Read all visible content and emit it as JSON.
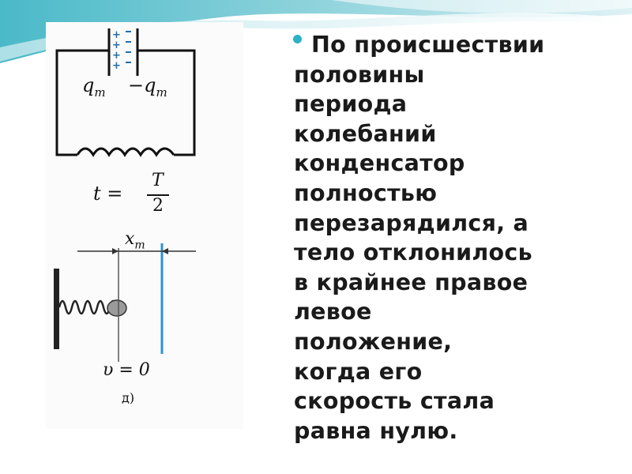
{
  "slide": {
    "accent_color": "#2bb3c4",
    "lines": [
      "По происшествии",
      "половины",
      "периода",
      "колебаний",
      "конденсатор",
      "полностью",
      "перезарядился, а",
      "тело отклонилось",
      "в крайнее правое",
      "левое",
      "положение,",
      "когда его",
      "скорость стала",
      "равна нулю."
    ]
  },
  "figure": {
    "charge_left": "q",
    "charge_left_sub": "m",
    "charge_right": "−q",
    "charge_right_sub": "m",
    "time_label": "t =",
    "time_num": "T",
    "time_den": "2",
    "amplitude": "x",
    "amplitude_sub": "m",
    "velocity": "υ = 0",
    "caption": "д)"
  }
}
